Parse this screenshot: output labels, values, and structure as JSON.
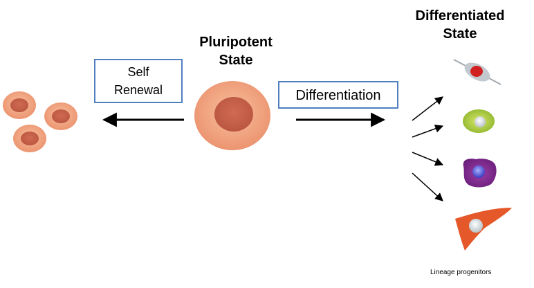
{
  "pluripotent": {
    "line1": "Pluripotent",
    "line2": "State"
  },
  "differentiated": {
    "line1": "Differentiated",
    "line2": "State"
  },
  "self_renewal": {
    "line1": "Self",
    "line2": "Renewal"
  },
  "differentiation": {
    "label": "Differentiation"
  },
  "caption": "Lineage progenitors",
  "colors": {
    "box_border": "#4f7fbf",
    "cell_outer": "#f3a882",
    "cell_inner": "#c9614d",
    "arrow": "#000000",
    "progenitor_red": "#d0201f",
    "progenitor_green": "#a3c93a",
    "progenitor_purple": "#7a2a8a",
    "progenitor_orange": "#e4582a"
  }
}
